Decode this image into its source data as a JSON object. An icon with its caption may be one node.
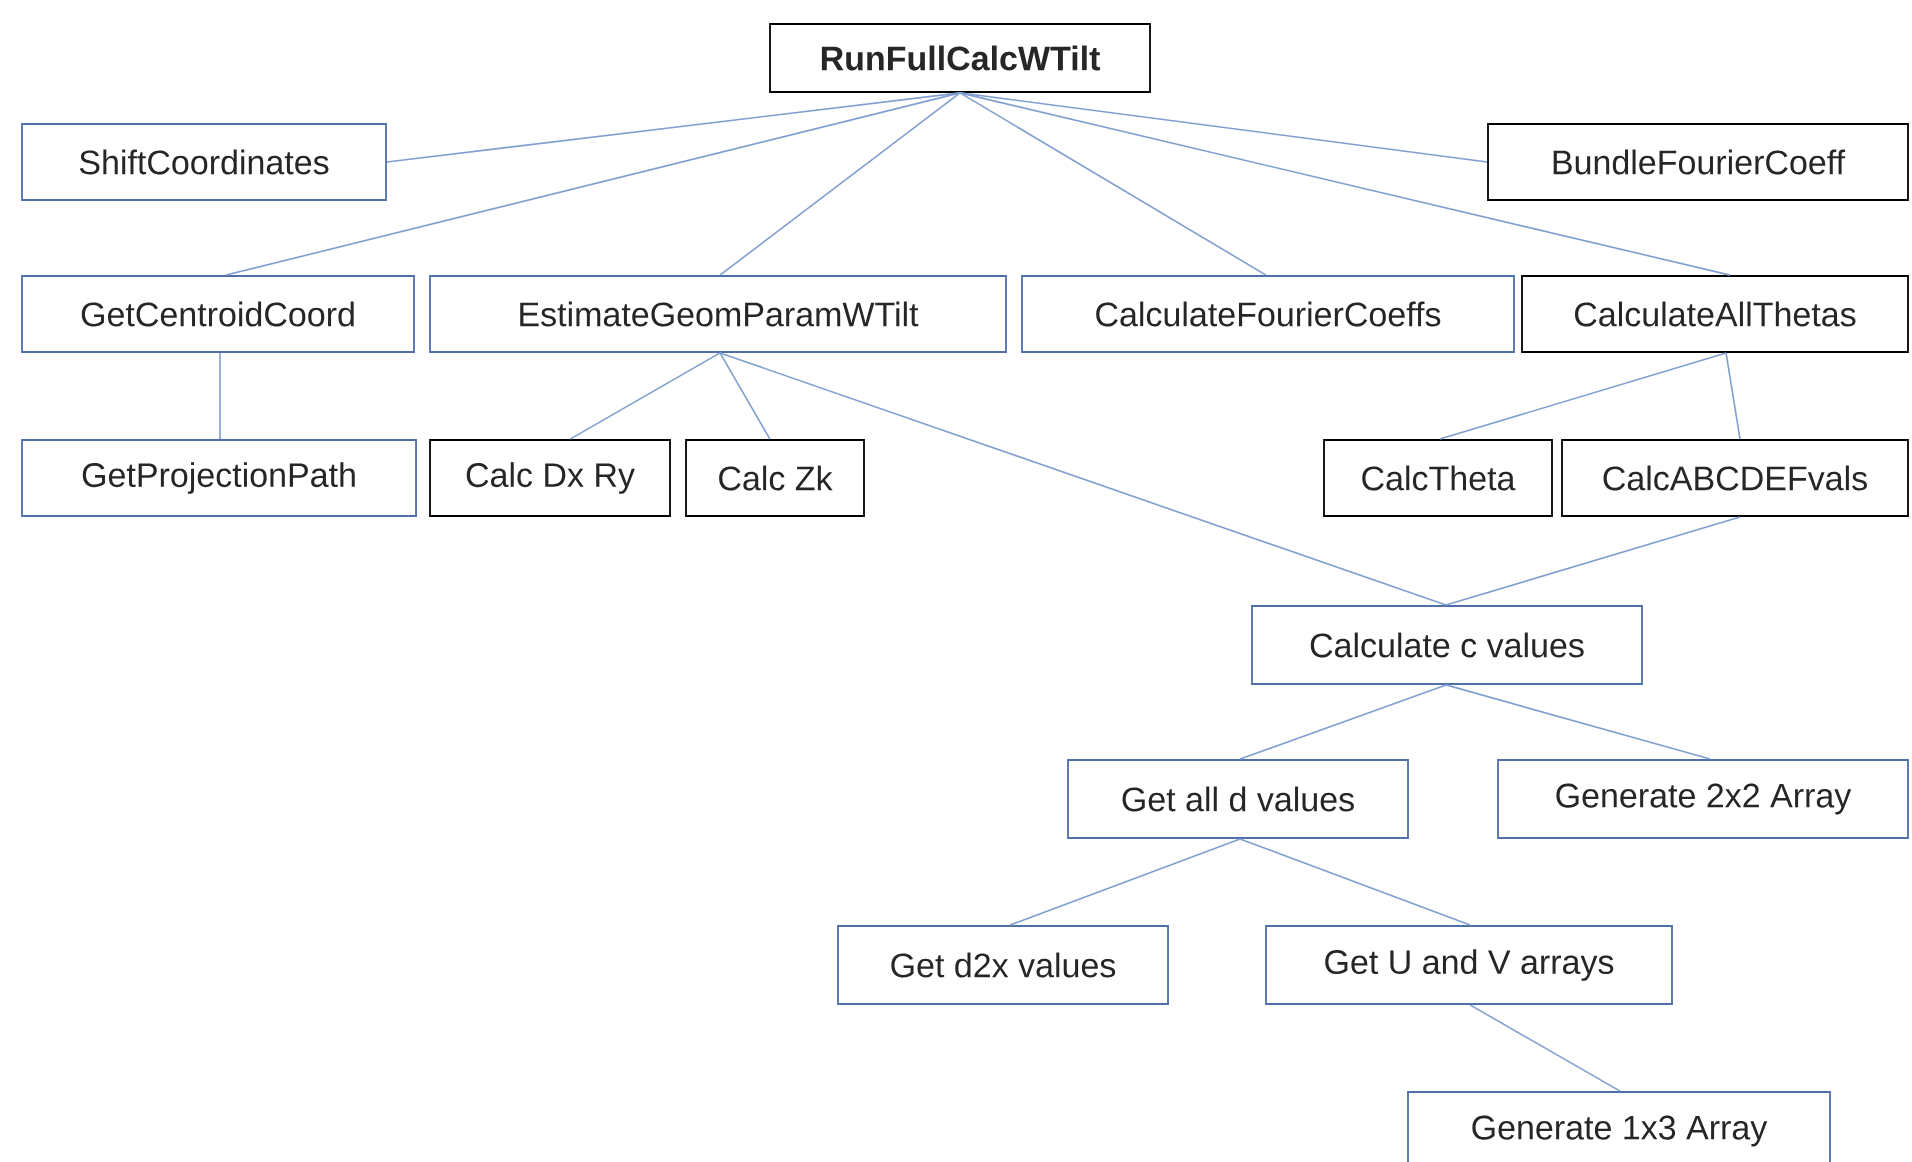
{
  "diagram": {
    "nodes": [
      {
        "text": [
          "RunFullCalcWTilt"
        ]
      },
      {
        "text": [
          "ShiftCoordinates"
        ]
      },
      {
        "text": [
          "BundleFourierCoeff"
        ]
      },
      {
        "text": [
          "GetCentroidCoord"
        ]
      },
      {
        "text": [
          "EstimateGeomParamWTilt"
        ]
      },
      {
        "text": [
          "CalculateFourierCoeffs"
        ]
      },
      {
        "text": [
          "CalculateAllThetas"
        ]
      },
      {
        "text": [
          "GetProjectionPath"
        ]
      },
      {
        "text": [
          "Calc Dx Ry"
        ]
      },
      {
        "text": [
          "Calc Zk"
        ]
      },
      {
        "text": [
          "CalcTheta"
        ]
      },
      {
        "text": [
          "CalcABCDEFvals"
        ]
      },
      {
        "text": [
          "Calculate c values"
        ]
      },
      {
        "text": [
          "Get all d values"
        ]
      },
      {
        "text": [
          "Generate 2x2 Array"
        ]
      },
      {
        "text": [
          "Get d2x values"
        ]
      },
      {
        "text": [
          "Get U and V arrays"
        ]
      },
      {
        "text": [
          "Generate 1x3 Array"
        ]
      }
    ],
    "edges": [
      {
        "from": 0,
        "to": 1,
        "arrow": "none"
      },
      {
        "from": 0,
        "to": 2,
        "arrow": "none"
      },
      {
        "from": 0,
        "to": 3,
        "arrow": "none"
      },
      {
        "from": 0,
        "to": 4,
        "arrow": "none"
      },
      {
        "from": 0,
        "to": 5,
        "arrow": "none"
      },
      {
        "from": 0,
        "to": 6,
        "arrow": "none"
      },
      {
        "from": 3,
        "to": 7,
        "arrow": "none"
      },
      {
        "from": 4,
        "to": 8,
        "arrow": "none"
      },
      {
        "from": 4,
        "to": 9,
        "arrow": "none"
      },
      {
        "from": 4,
        "to": 12,
        "arrow": "none"
      },
      {
        "from": 6,
        "to": 10,
        "arrow": "none"
      },
      {
        "from": 6,
        "to": 11,
        "arrow": "none"
      },
      {
        "from": 11,
        "to": 12,
        "arrow": "none"
      },
      {
        "from": 12,
        "to": 13,
        "arrow": "none"
      },
      {
        "from": 12,
        "to": 14,
        "arrow": "none"
      },
      {
        "from": 13,
        "to": 15,
        "arrow": "none"
      },
      {
        "from": 13,
        "to": 16,
        "arrow": "none"
      },
      {
        "from": 16,
        "to": 17,
        "arrow": "none"
      }
    ]
  }
}
